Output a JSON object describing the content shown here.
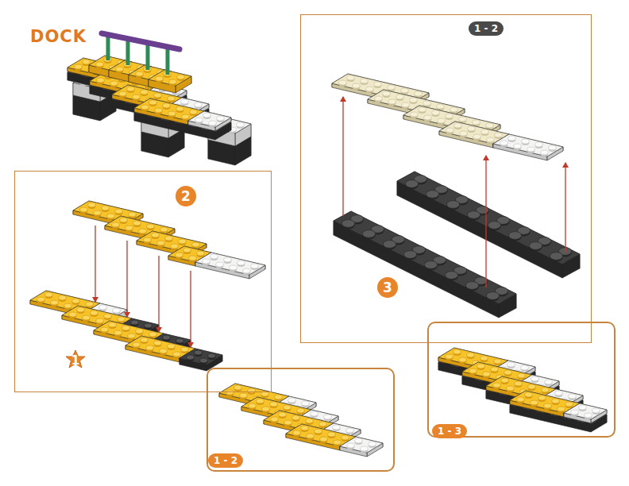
{
  "diagram": {
    "title": "DOCK",
    "nodes": [
      {
        "text": [
          "1 - 2",
          "3"
        ]
      },
      {
        "text": [
          "2",
          "1"
        ]
      },
      {
        "text": [
          "1 - 3"
        ]
      },
      {
        "text": [
          "1 - 2"
        ]
      }
    ]
  }
}
